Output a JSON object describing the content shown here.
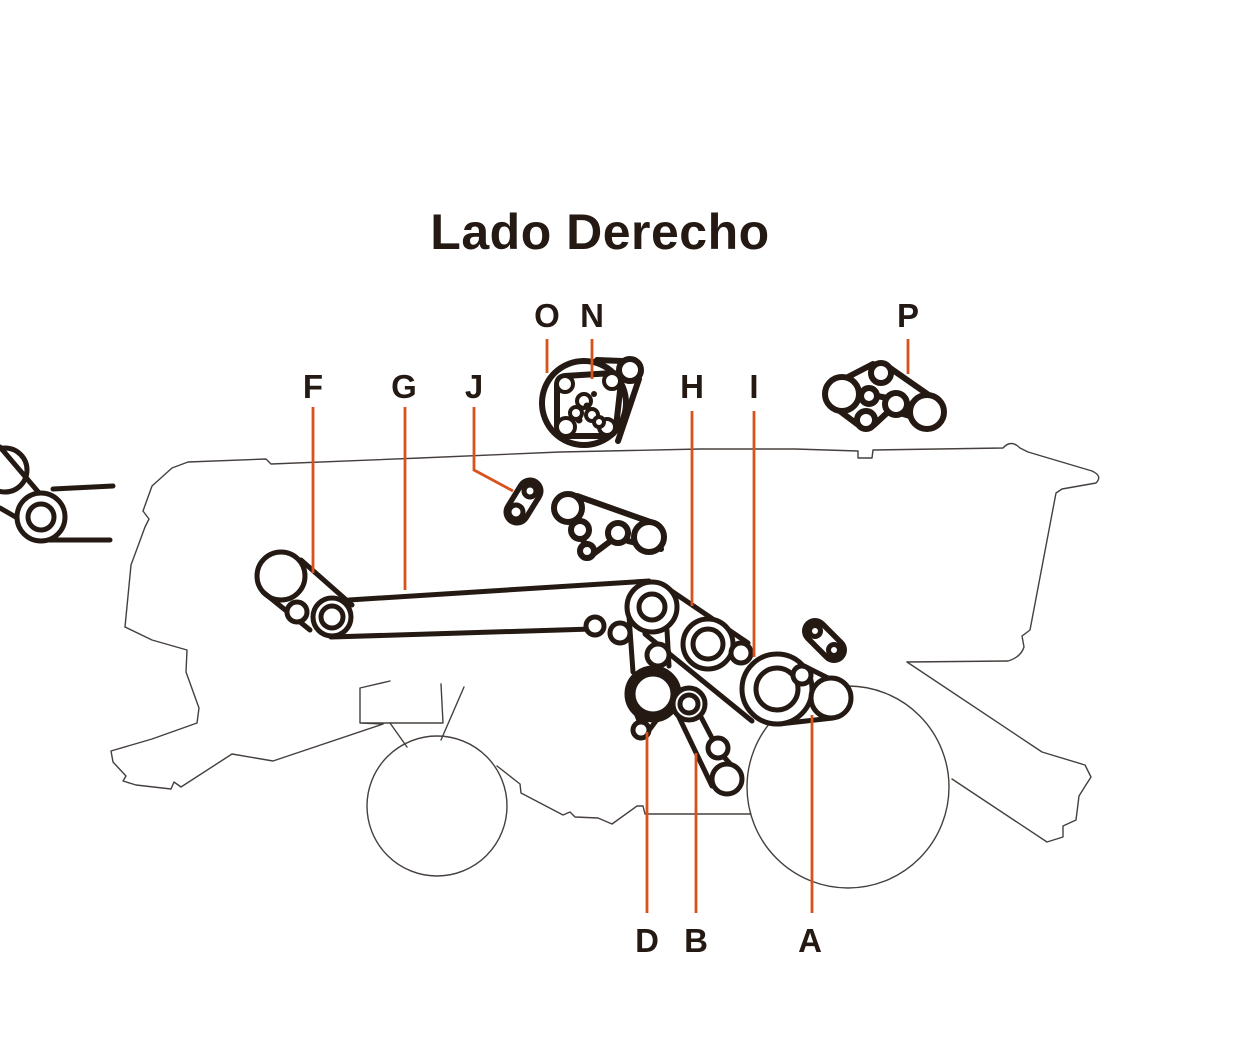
{
  "title": "Lado Derecho",
  "colors": {
    "accent": "#d8521c",
    "ink": "#241a13",
    "outline": "#45403d",
    "background": "#ffffff"
  },
  "callouts": [
    {
      "letter": "O"
    },
    {
      "letter": "N"
    },
    {
      "letter": "P"
    },
    {
      "letter": "F"
    },
    {
      "letter": "G"
    },
    {
      "letter": "J"
    },
    {
      "letter": "H"
    },
    {
      "letter": "I"
    },
    {
      "letter": "D"
    },
    {
      "letter": "B"
    },
    {
      "letter": "A"
    }
  ]
}
